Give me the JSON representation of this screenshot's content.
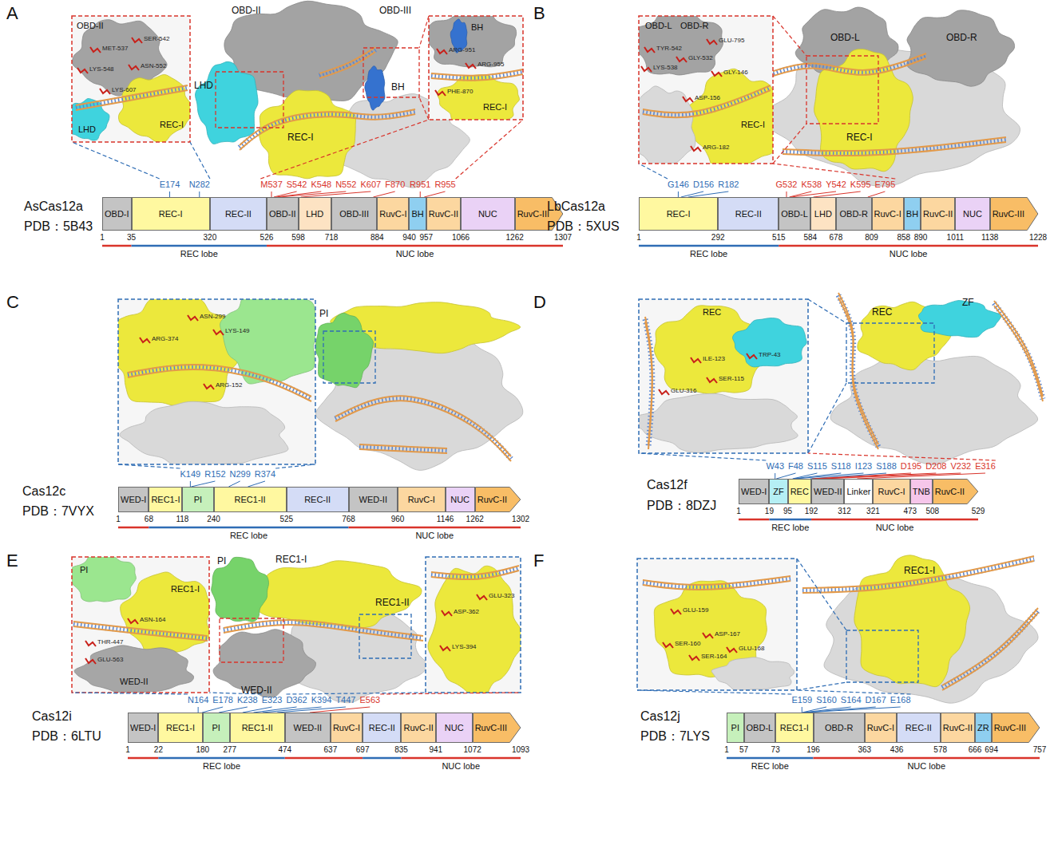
{
  "diagram": {
    "nodes": [
      {
        "text": [
          "OBD-I"
        ]
      },
      {
        "text": [
          "REC-I"
        ]
      },
      {
        "text": [
          "REC-II"
        ]
      },
      {
        "text": [
          "OBD-II"
        ]
      },
      {
        "text": [
          "LHD"
        ]
      },
      {
        "text": [
          "OBD-III"
        ]
      },
      {
        "text": [
          "RuvC-I"
        ]
      },
      {
        "text": [
          "BH"
        ]
      },
      {
        "text": [
          "RuvC-II"
        ]
      },
      {
        "text": [
          "NUC"
        ]
      },
      {
        "text": [
          "RuvC-III"
        ]
      },
      {
        "text": [
          "REC-I"
        ]
      },
      {
        "text": [
          "REC-II"
        ]
      },
      {
        "text": [
          "OBD-L"
        ]
      },
      {
        "text": [
          "LHD"
        ]
      },
      {
        "text": [
          "OBD-R"
        ]
      },
      {
        "text": [
          "RuvC-I"
        ]
      },
      {
        "text": [
          "BH"
        ]
      },
      {
        "text": [
          "RuvC-II"
        ]
      },
      {
        "text": [
          "NUC"
        ]
      },
      {
        "text": [
          "RuvC-III"
        ]
      },
      {
        "text": [
          "WED-I"
        ]
      },
      {
        "text": [
          "REC1-I"
        ]
      },
      {
        "text": [
          "PI"
        ]
      },
      {
        "text": [
          "REC1-II"
        ]
      },
      {
        "text": [
          "REC-II"
        ]
      },
      {
        "text": [
          "WED-II"
        ]
      },
      {
        "text": [
          "RuvC-I"
        ]
      },
      {
        "text": [
          "NUC"
        ]
      },
      {
        "text": [
          "RuvC-II"
        ]
      },
      {
        "text": [
          "WED-I"
        ]
      },
      {
        "text": [
          "ZF"
        ]
      },
      {
        "text": [
          "REC"
        ]
      },
      {
        "text": [
          "WED-II"
        ]
      },
      {
        "text": [
          "Linker"
        ]
      },
      {
        "text": [
          "RuvC-I"
        ]
      },
      {
        "text": [
          "TNB"
        ]
      },
      {
        "text": [
          "RuvC-II"
        ]
      },
      {
        "text": [
          "WED-I"
        ]
      },
      {
        "text": [
          "REC1-I"
        ]
      },
      {
        "text": [
          "PI"
        ]
      },
      {
        "text": [
          "REC1-II"
        ]
      },
      {
        "text": [
          "WED-II"
        ]
      },
      {
        "text": [
          "RuvC-I"
        ]
      },
      {
        "text": [
          "REC-II"
        ]
      },
      {
        "text": [
          "RuvC-II"
        ]
      },
      {
        "text": [
          "NUC"
        ]
      },
      {
        "text": [
          "RuvC-III"
        ]
      },
      {
        "text": [
          "PI"
        ]
      },
      {
        "text": [
          "OBD-L"
        ]
      },
      {
        "text": [
          "REC1-I"
        ]
      },
      {
        "text": [
          "OBD-R"
        ]
      },
      {
        "text": [
          "RuvC-I"
        ]
      },
      {
        "text": [
          "REC-II"
        ]
      },
      {
        "text": [
          "RuvC-II"
        ]
      },
      {
        "text": [
          "ZR"
        ]
      },
      {
        "text": [
          "RuvC-III"
        ]
      }
    ],
    "labels": [
      "A",
      "AsCas12a",
      "PDB：5B43",
      "E174",
      "N282",
      "M537",
      "S542",
      "K548",
      "N552",
      "K607",
      "F870",
      "R951",
      "R955",
      "1",
      "35",
      "320",
      "526",
      "598",
      "718",
      "884",
      "940",
      "957",
      "1066",
      "1262",
      "1307",
      "REC lobe",
      "NUC lobe",
      "OBD-II",
      "OBD-III",
      "LHD",
      "BH",
      "REC-I",
      "OBD-II",
      "LHD",
      "REC-I",
      "MET-537",
      "SER-542",
      "LYS-548",
      "ASN-552",
      "LYS-607",
      "BH",
      "REC-I",
      "PHE-870",
      "ARG-951",
      "ARG-955",
      "B",
      "LbCas12a",
      "PDB：5XUS",
      "G146",
      "D156",
      "R182",
      "G532",
      "K538",
      "Y542",
      "K595",
      "E795",
      "1",
      "292",
      "515",
      "584",
      "678",
      "809",
      "858",
      "890",
      "1011",
      "1138",
      "1228",
      "REC lobe",
      "NUC lobe",
      "OBD-L",
      "OBD-R",
      "REC-I",
      "OBD-L",
      "OBD-R",
      "REC-I",
      "TYR-542",
      "LYS-538",
      "GLU-795",
      "GLY-532",
      "GLY-146",
      "ASP-156",
      "ARG-182",
      "C",
      "Cas12c",
      "PDB：7VYX",
      "K149",
      "R152",
      "N299",
      "R374",
      "1",
      "68",
      "118",
      "240",
      "525",
      "768",
      "960",
      "1146",
      "1262",
      "1302",
      "REC lobe",
      "NUC lobe",
      "PI",
      "ASN-299",
      "LYS-149",
      "ARG-374",
      "ARG-152",
      "D",
      "Cas12f",
      "PDB：8DZJ",
      "W43",
      "F48",
      "S115",
      "S118",
      "I123",
      "S188",
      "D195",
      "D208",
      "V232",
      "E316",
      "1",
      "19",
      "95",
      "192",
      "312",
      "321",
      "473",
      "508",
      "529",
      "REC lobe",
      "NUC lobe",
      "REC",
      "ZF",
      "REC",
      "GLU-316",
      "TRP-43",
      "SER-115",
      "ILE-123",
      "E",
      "Cas12i",
      "PDB：6LTU",
      "N164",
      "E178",
      "K238",
      "E323",
      "D362",
      "K394",
      "T447",
      "E563",
      "1",
      "22",
      "180",
      "277",
      "474",
      "637",
      "697",
      "835",
      "941",
      "1072",
      "1093",
      "REC lobe",
      "NUC lobe",
      "PI",
      "REC1-I",
      "REC1-II",
      "WED-II",
      "PI",
      "REC1-I",
      "WED-II",
      "ASN-164",
      "THR-447",
      "GLU-563",
      "ASP-362",
      "GLU-323",
      "LYS-394",
      "F",
      "Cas12j",
      "PDB：7LYS",
      "E159",
      "S160",
      "S164",
      "D167",
      "E168",
      "1",
      "57",
      "73",
      "196",
      "363",
      "436",
      "578",
      "666",
      "694",
      "757",
      "REC lobe",
      "NUC lobe",
      "REC1-I",
      "GLU-159",
      "ASP-167",
      "SER-160",
      "SER-164",
      "GLU-168"
    ]
  }
}
